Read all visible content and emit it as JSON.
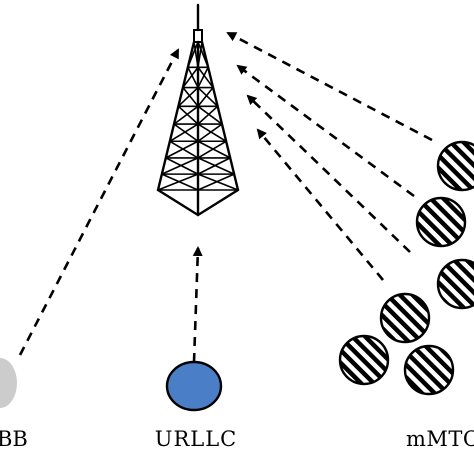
{
  "labels": {
    "embb": "BB",
    "urllc": "URLLC",
    "mmtc": "mMTC"
  },
  "colors": {
    "urllc_device": "#4a7fc8",
    "embb_device": "#cccccc",
    "stroke": "#000000"
  }
}
